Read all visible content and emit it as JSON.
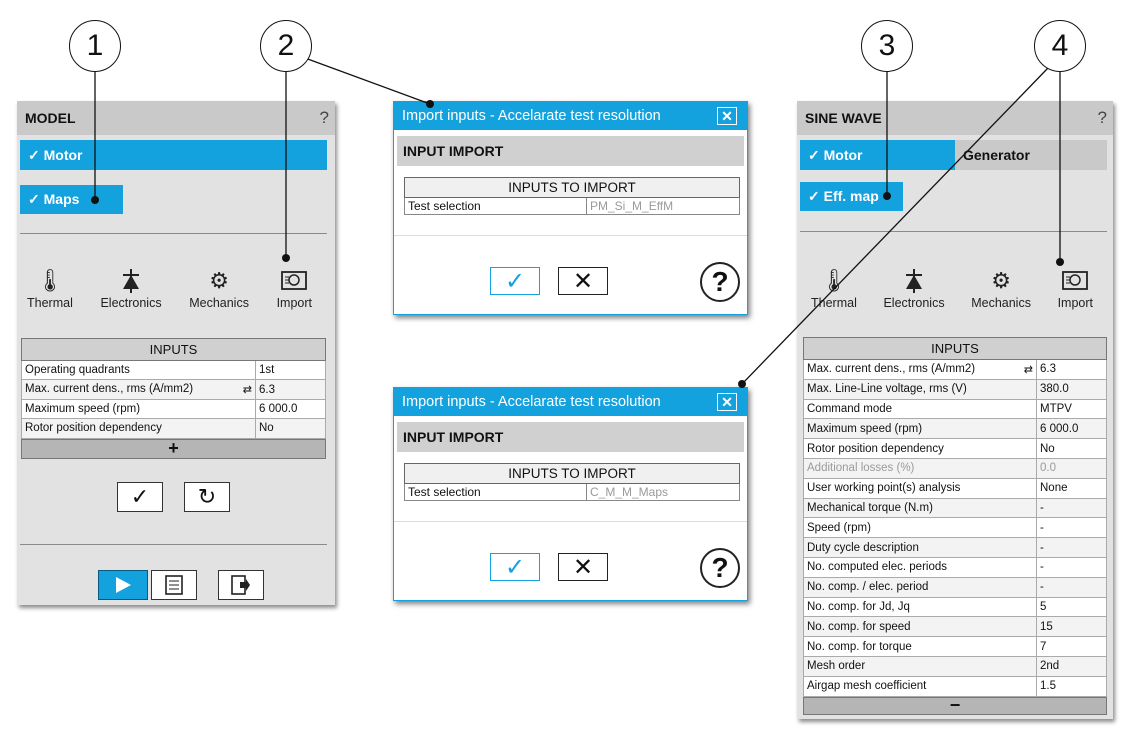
{
  "callouts": [
    "1",
    "2",
    "3",
    "4"
  ],
  "model_panel": {
    "title": "MODEL",
    "help": "?",
    "motor_label": "✓ Motor",
    "maps_label": "✓ Maps",
    "tools": [
      {
        "label": "Thermal",
        "icon": "thermometer-icon"
      },
      {
        "label": "Electronics",
        "icon": "diode-icon"
      },
      {
        "label": "Mechanics",
        "icon": "gears-icon"
      },
      {
        "label": "Import",
        "icon": "import-icon"
      }
    ],
    "inputs_header": "INPUTS",
    "inputs": [
      {
        "label": "Operating quadrants",
        "value": "1st"
      },
      {
        "label": "Max. current dens., rms (A/mm2)",
        "value": "6.3"
      },
      {
        "label": "Maximum speed (rpm)",
        "value": "6 000.0"
      },
      {
        "label": "Rotor position dependency",
        "value": "No"
      }
    ],
    "expand": "+",
    "apply": "✓",
    "reset": "↻"
  },
  "dialog_top": {
    "title": "Import inputs - Accelarate test resolution",
    "close": "✕",
    "section": "INPUT IMPORT",
    "table_header": "INPUTS TO IMPORT",
    "row_label": "Test selection",
    "row_value": "PM_Si_M_EffM",
    "ok": "✓",
    "cancel": "✕",
    "help": "?"
  },
  "dialog_bottom": {
    "title": "Import inputs - Accelarate test resolution",
    "close": "✕",
    "section": "INPUT IMPORT",
    "table_header": "INPUTS TO IMPORT",
    "row_label": "Test selection",
    "row_value": "C_M_M_Maps",
    "ok": "✓",
    "cancel": "✕",
    "help": "?"
  },
  "sine_panel": {
    "title": "SINE WAVE",
    "help": "?",
    "motor_label": "✓ Motor",
    "generator_label": "Generator",
    "effmap_label": "✓ Eff. map",
    "tools": [
      {
        "label": "Thermal",
        "icon": "thermometer-icon"
      },
      {
        "label": "Electronics",
        "icon": "diode-icon"
      },
      {
        "label": "Mechanics",
        "icon": "gears-icon"
      },
      {
        "label": "Import",
        "icon": "import-icon"
      }
    ],
    "inputs_header": "INPUTS",
    "inputs": [
      {
        "label": "Max. current dens., rms (A/mm2)",
        "value": "6.3"
      },
      {
        "label": "Max. Line-Line voltage, rms (V)",
        "value": "380.0"
      },
      {
        "label": "Command mode",
        "value": "MTPV"
      },
      {
        "label": "Maximum speed (rpm)",
        "value": "6 000.0"
      },
      {
        "label": "Rotor position dependency",
        "value": "No"
      },
      {
        "label": "Additional losses (%)",
        "value": "0.0"
      },
      {
        "label": "User working point(s) analysis",
        "value": "None"
      },
      {
        "label": "Mechanical torque (N.m)",
        "value": "-"
      },
      {
        "label": "Speed (rpm)",
        "value": "-"
      },
      {
        "label": "Duty cycle description",
        "value": "-"
      },
      {
        "label": "No. computed elec. periods",
        "value": "-"
      },
      {
        "label": "No. comp. / elec. period",
        "value": "-"
      },
      {
        "label": "No. comp. for Jd, Jq",
        "value": "5"
      },
      {
        "label": "No. comp. for speed",
        "value": "15"
      },
      {
        "label": "No. comp. for torque",
        "value": "7"
      },
      {
        "label": "Mesh order",
        "value": "2nd"
      },
      {
        "label": "Airgap mesh coefficient",
        "value": "1.5"
      }
    ],
    "collapse": "−"
  }
}
